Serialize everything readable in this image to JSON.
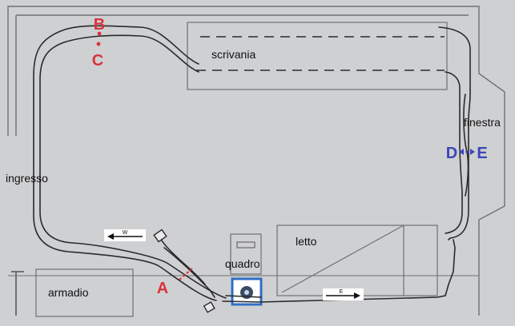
{
  "rooms": {
    "scrivania": "scrivania",
    "ingresso": "ingresso",
    "finestra": "finestra",
    "letto": "letto",
    "quadro": "quadro",
    "armadio": "armadio"
  },
  "points": {
    "A": "A",
    "B": "B",
    "C": "C",
    "D": "D",
    "E": "E"
  },
  "direction_arrows": {
    "west": "W",
    "east": "E"
  },
  "colors": {
    "background": "#cfd0d2",
    "wall": "#6f7073",
    "track": "#2a2a2c",
    "red_marker": "#d9343b",
    "blue_marker": "#3b47b8",
    "control_box": "#2f6fc4"
  }
}
